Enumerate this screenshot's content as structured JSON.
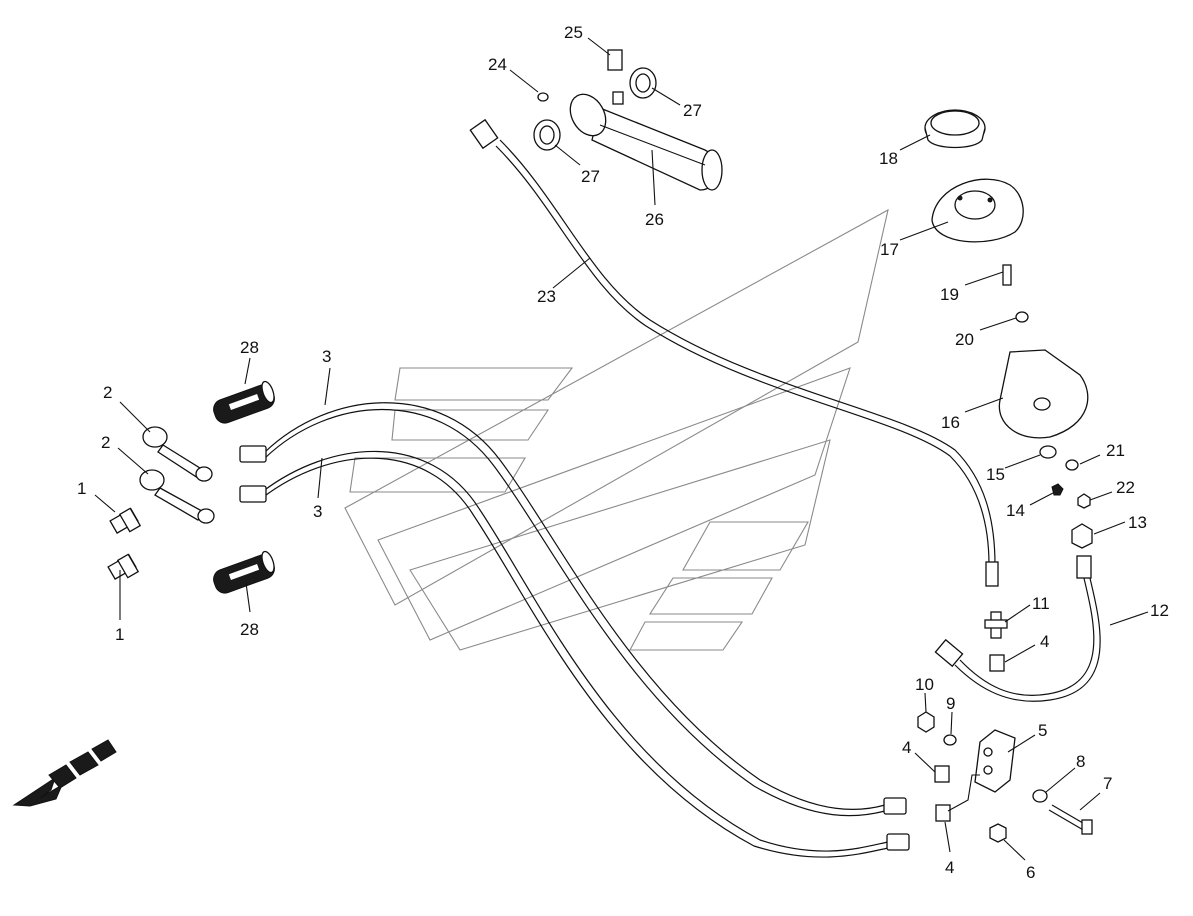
{
  "diagram": {
    "part_numbers": {
      "p1a": "1",
      "p1b": "1",
      "p2a": "2",
      "p2b": "2",
      "p3a": "3",
      "p3b": "3",
      "p4a": "4",
      "p4b": "4",
      "p4c": "4",
      "p5": "5",
      "p6": "6",
      "p7": "7",
      "p8": "8",
      "p9": "9",
      "p10": "10",
      "p11": "11",
      "p12": "12",
      "p13": "13",
      "p14": "14",
      "p15": "15",
      "p16": "16",
      "p17": "17",
      "p18": "18",
      "p19": "19",
      "p20": "20",
      "p21": "21",
      "p22": "22",
      "p23": "23",
      "p24": "24",
      "p25": "25",
      "p26": "26",
      "p27a": "27",
      "p27b": "27",
      "p28a": "28",
      "p28b": "28"
    },
    "direction_indicator": "arrow-front-left",
    "colors": {
      "line": "#111111",
      "watermark": "#8a8a8a",
      "background": "#ffffff"
    }
  }
}
